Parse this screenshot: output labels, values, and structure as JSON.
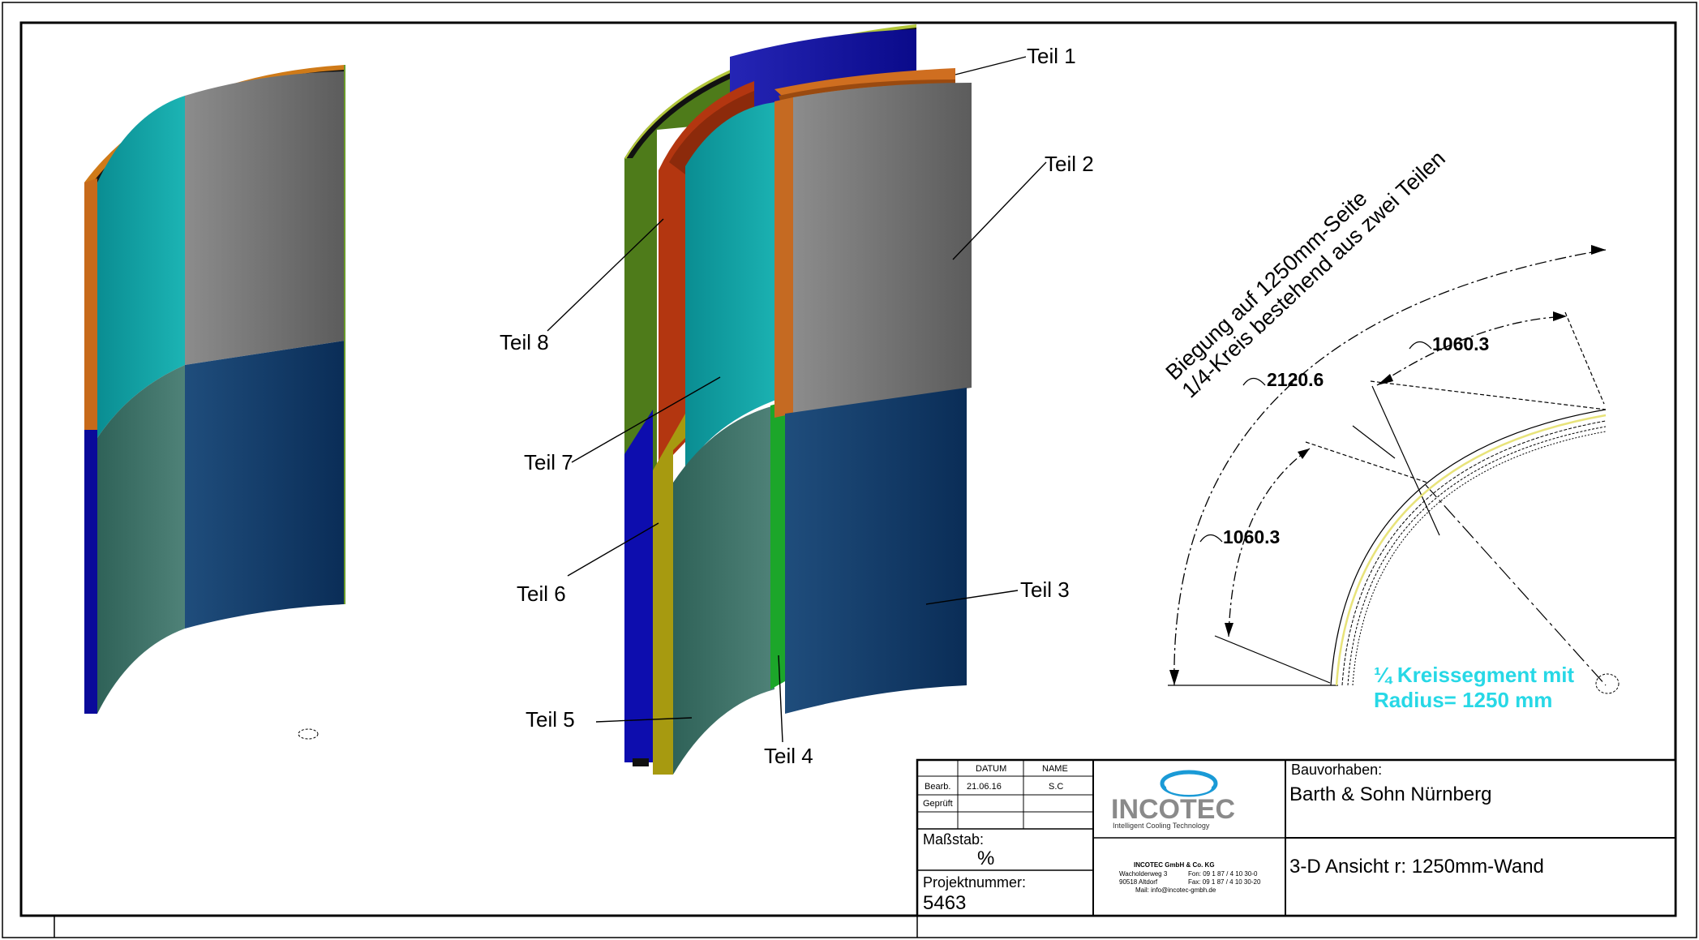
{
  "labels": {
    "teil1": "Teil 1",
    "teil2": "Teil 2",
    "teil3": "Teil 3",
    "teil4": "Teil 4",
    "teil5": "Teil 5",
    "teil6": "Teil 6",
    "teil7": "Teil 7",
    "teil8": "Teil 8"
  },
  "dimensions": {
    "title_line1": "Biegung auf 1250mm-Seite",
    "title_line2": "1/4-Kreis bestehend aus zwei Teilen",
    "arc_total": "2120.6",
    "arc_upper": "1060.3",
    "arc_lower": "1060.3",
    "segment_line1": "¼ Kreissegment mit",
    "segment_line2": "Radius= 1250 mm"
  },
  "title_block": {
    "col_datum": "DATUM",
    "col_name": "NAME",
    "row_bearb": "Bearb.",
    "row_geprueft": "Geprüft",
    "bearb_datum": "21.06.16",
    "bearb_name": "S.C",
    "massstab_label": "Maßstab:",
    "massstab_value": "%",
    "projektnummer_label": "Projektnummer:",
    "projektnummer_value": "5463",
    "logo_text": "INCOTEC",
    "logo_tagline": "Intelligent   Cooling   Technology",
    "company_name": "INCOTEC GmbH & Co. KG",
    "address_street": "Wacholderweg 3",
    "address_city": "90518 Altdorf",
    "phone": "Fon: 09 1 87 / 4 10 30-0",
    "fax": "Fax: 09 1 87 / 4 10 30-20",
    "mail": "Mail: info@incotec-gmbh.de",
    "bauvorhaben_label": "Bauvorhaben:",
    "bauvorhaben_value": "Barth & Sohn Nürnberg",
    "drawing_title": "3-D Ansicht r: 1250mm-Wand"
  },
  "colors": {
    "cyan_text": "#27d8e6",
    "logo_blue": "#1a9ad6",
    "logo_grey": "#8a8a8a"
  }
}
